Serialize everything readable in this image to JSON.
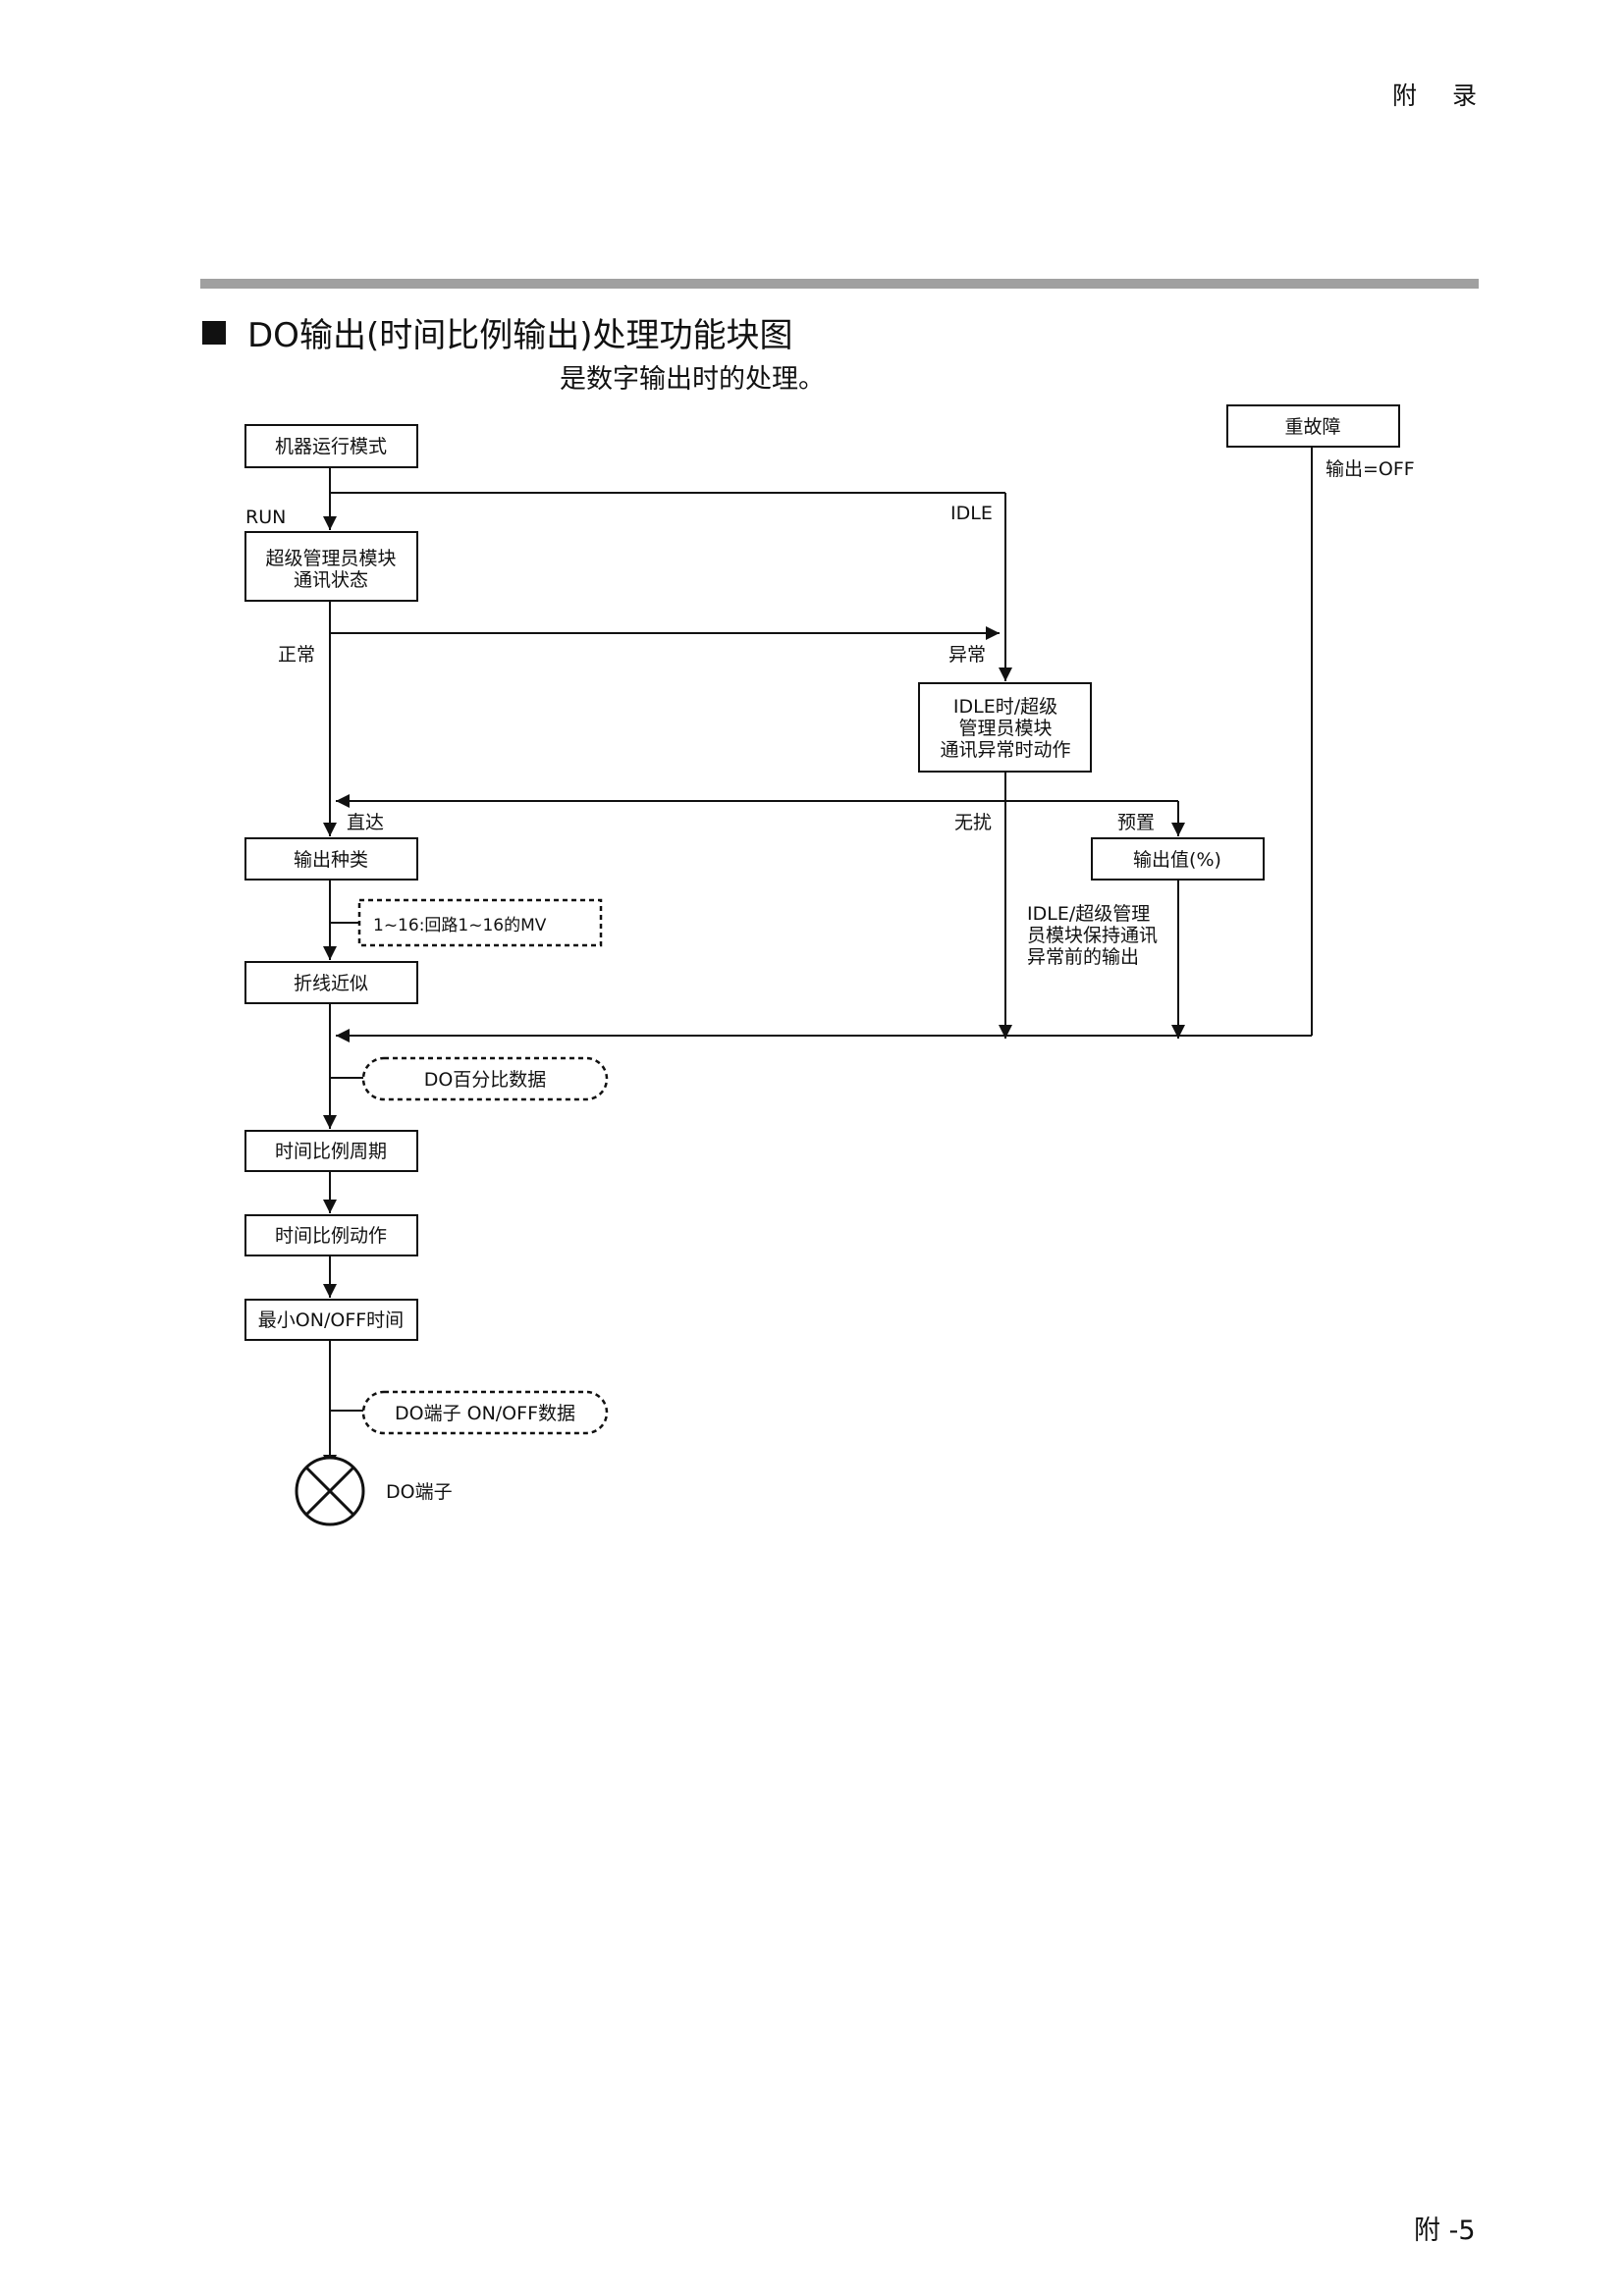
{
  "header": {
    "section_label": "附 录"
  },
  "section": {
    "title": "DO输出(时间比例输出)处理功能块图",
    "subtitle": "是数字输出时的处理。"
  },
  "diagram": {
    "boxes": {
      "run_mode": "机器运行模式",
      "supervisor_status_l1": "超级管理员模块",
      "supervisor_status_l2": "通讯状态",
      "idle_action_l1": "IDLE时/超级",
      "idle_action_l2": "管理员模块",
      "idle_action_l3": "通讯异常时动作",
      "output_type": "输出种类",
      "output_value": "输出值(%)",
      "polyline": "折线近似",
      "tp_cycle": "时间比例周期",
      "tp_action": "时间比例动作",
      "min_onoff": "最小ON/OFF时间",
      "fault": "重故障"
    },
    "data_boxes": {
      "loop_mv": "1~16:回路1~16的MV",
      "do_percent": "DO百分比数据",
      "do_terminal_data": "DO端子 ON/OFF数据"
    },
    "labels": {
      "run": "RUN",
      "idle": "IDLE",
      "normal": "正常",
      "abnormal": "异常",
      "direct": "直达",
      "no_action": "无扰",
      "preset": "预置",
      "output_off": "输出=OFF",
      "hold_l1": "IDLE/超级管理",
      "hold_l2": "员模块保持通讯",
      "hold_l3": "异常前的输出",
      "terminal": "DO端子"
    }
  },
  "footer": {
    "page_number": "附 -5"
  }
}
